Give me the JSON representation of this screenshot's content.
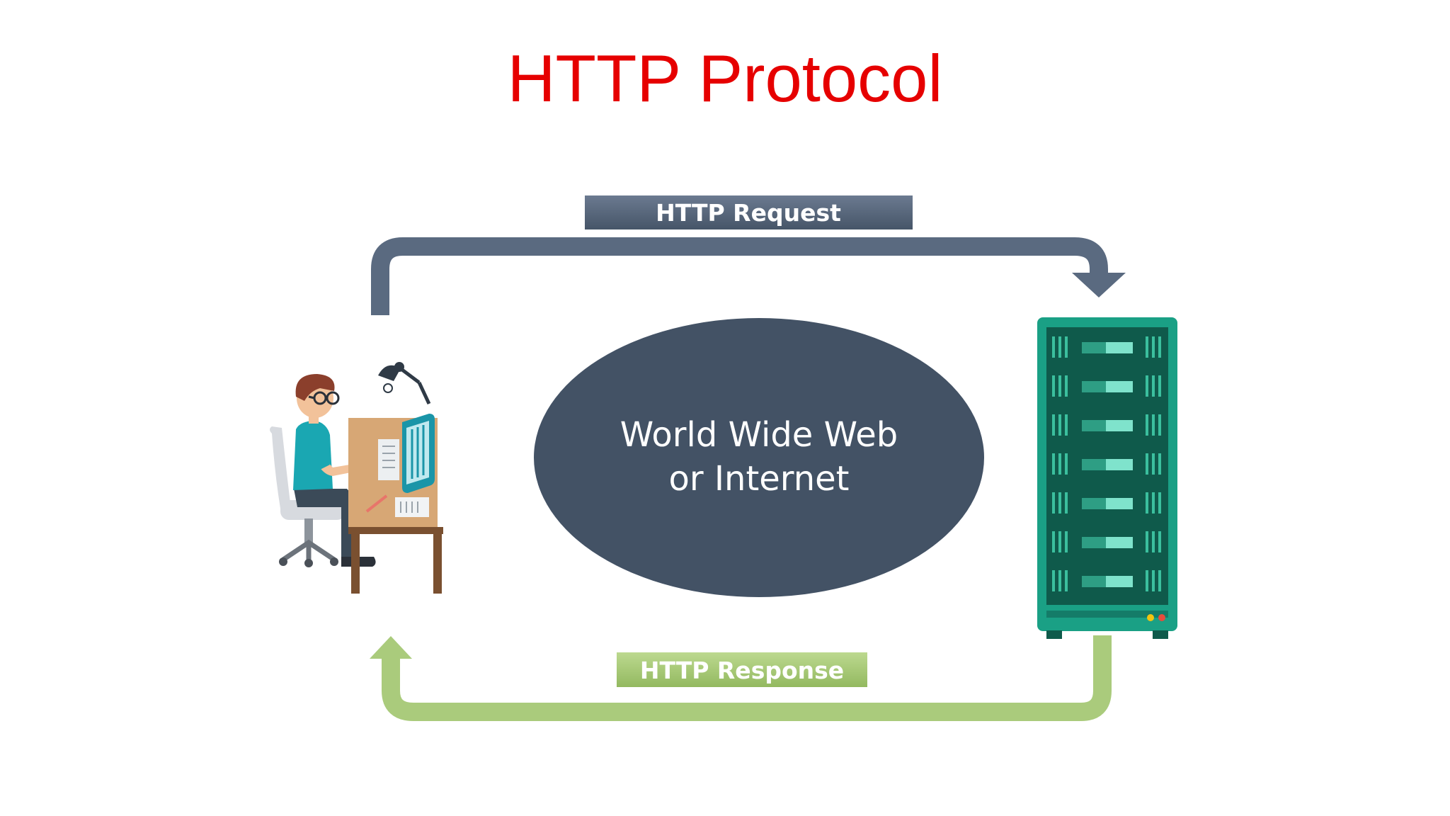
{
  "slide": {
    "title": "HTTP Protocol"
  },
  "request": {
    "label": "HTTP Request",
    "color": "#56657a"
  },
  "response": {
    "label": "HTTP Response",
    "color": "#a8c97a"
  },
  "network": {
    "line1": "World Wide Web",
    "line2": "or Internet",
    "color": "#435265"
  },
  "client": {
    "icon": "user-at-computer-icon"
  },
  "server": {
    "icon": "server-rack-icon",
    "color": "#1aa085"
  },
  "colors": {
    "title": "#e60000"
  }
}
